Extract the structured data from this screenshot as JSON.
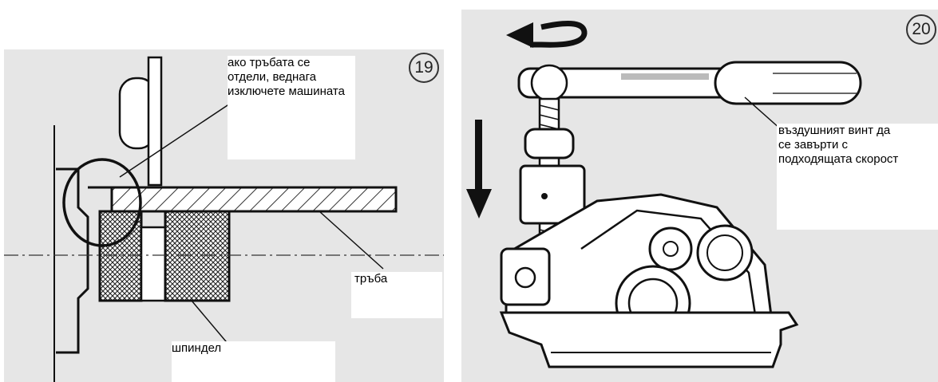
{
  "figure19": {
    "number": "19",
    "callout_detach": "ако тръбата се\nотдели, веднага\nизключете машината",
    "label_pipe": "тръба",
    "label_spindle": "шпиндел"
  },
  "figure20": {
    "number": "20",
    "callout_screw": "въздушният винт да\nсе завърти с\nподходящата скорост"
  },
  "colors": {
    "panel_bg": "#e6e6e6",
    "line": "#111111",
    "hatch": "#333333"
  }
}
